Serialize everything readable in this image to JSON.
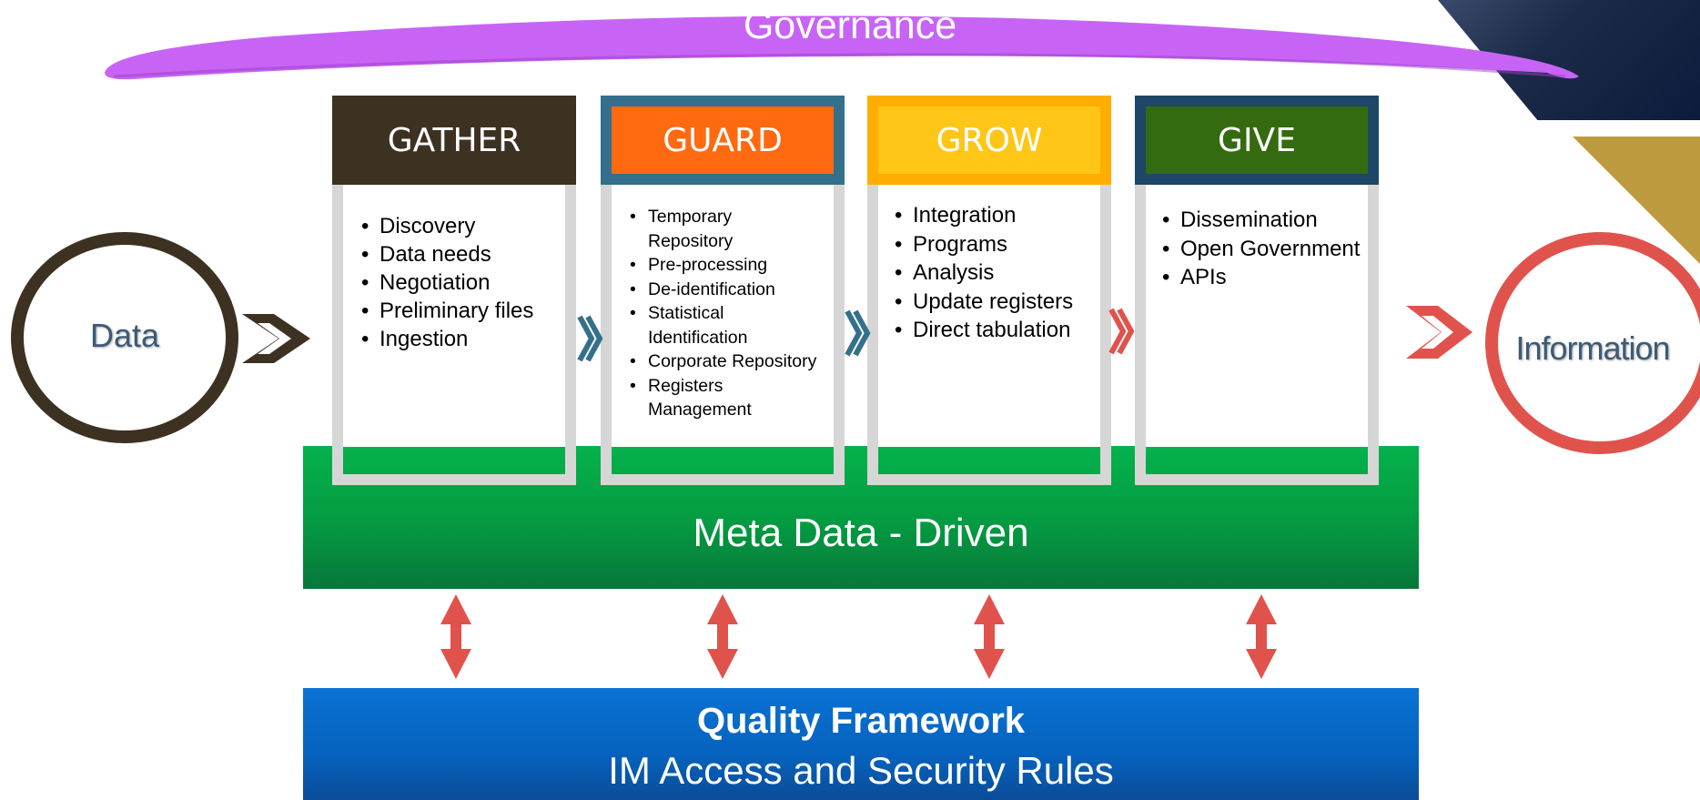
{
  "governance": {
    "label": "Governance",
    "color": "#c864f5"
  },
  "input": {
    "label": "Data",
    "color": "#3d3222"
  },
  "output": {
    "label": "Information",
    "color": "#e0534d"
  },
  "stages": [
    {
      "title": "GATHER",
      "header_color": "#3d3222",
      "items": [
        "Discovery",
        "Data needs",
        "Negotiation",
        "Preliminary files",
        "Ingestion"
      ]
    },
    {
      "title": "GUARD",
      "header_color": "#ff6a10",
      "border_color": "#34708b",
      "items": [
        "Temporary Repository",
        "Pre-processing",
        "De-identification",
        "Statistical Identification",
        "Corporate Repository",
        "Registers Management"
      ]
    },
    {
      "title": "GROW",
      "header_color": "#ffc618",
      "border_color": "#ffad00",
      "items": [
        "Integration",
        "Programs",
        "Analysis",
        "Update registers",
        "Direct tabulation"
      ]
    },
    {
      "title": "GIVE",
      "header_color": "#346b10",
      "border_color": "#1e4666",
      "items": [
        "Dissemination",
        "Open Government",
        "APIs"
      ]
    }
  ],
  "meta_band": {
    "label": "Meta Data - Driven",
    "color": "#049a41"
  },
  "quality_band": {
    "title": "Quality Framework",
    "subtitle": "IM Access and Security Rules",
    "color": "#0562bd"
  },
  "arrow_colors": {
    "double_arrow": "#e0534d",
    "chevron_guard": "#34708b",
    "chevron_grow": "#34708b",
    "chevron_give": "#e0534d"
  }
}
